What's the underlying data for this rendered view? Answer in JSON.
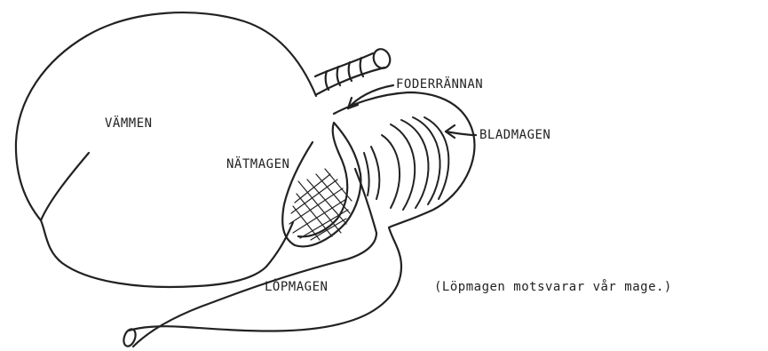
{
  "labels": {
    "vammen": "VÄMMEN",
    "foderrannan": "FODERRÄNNAN",
    "natmagen": "NÄTMAGEN",
    "bladmagen": "BLADMAGEN",
    "lopmagen": "LÖPMAGEN",
    "note": "(Löpmagen motsvarar vår mage.)"
  },
  "colors": {
    "ink": "#222222",
    "paper": "#ffffff"
  }
}
